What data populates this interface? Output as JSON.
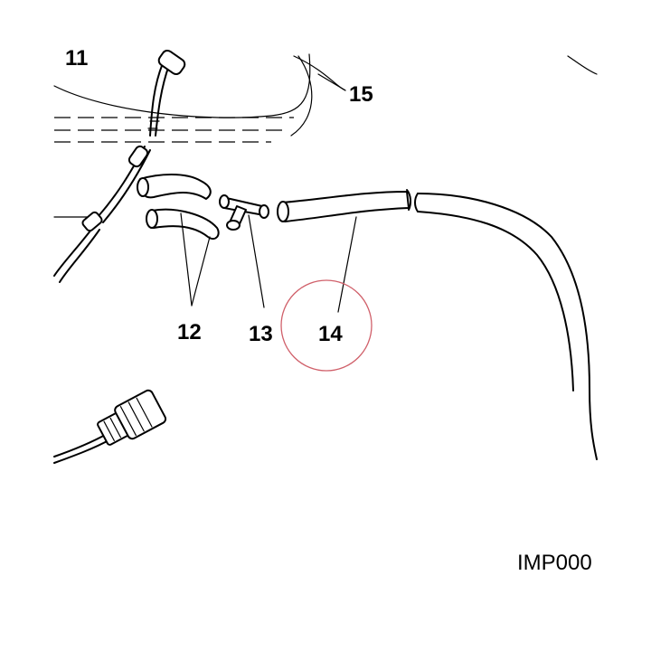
{
  "callouts": {
    "c12": "12",
    "c13": "13",
    "c14": "14",
    "c15": "15",
    "top_left_fragment": "11"
  },
  "reference_code": "IMP000",
  "highlight": {
    "target": "14",
    "color": "#d0606a"
  }
}
